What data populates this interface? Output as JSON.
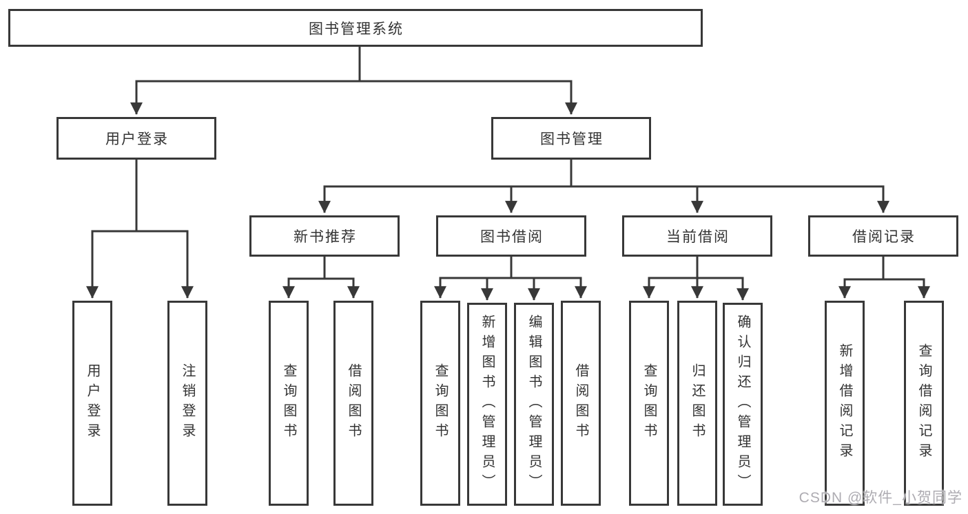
{
  "diagram": {
    "title": "图书管理系统",
    "branches": [
      {
        "label": "用户登录",
        "children": [
          {
            "label": "用户登录"
          },
          {
            "label": "注销登录"
          }
        ]
      },
      {
        "label": "图书管理",
        "children": [
          {
            "label": "新书推荐",
            "children": [
              {
                "label": "查询图书"
              },
              {
                "label": "借阅图书"
              }
            ]
          },
          {
            "label": "图书借阅",
            "children": [
              {
                "label": "查询图书"
              },
              {
                "label": "新增图书（管理员）"
              },
              {
                "label": "编辑图书（管理员）"
              },
              {
                "label": "借阅图书"
              }
            ]
          },
          {
            "label": "当前借阅",
            "children": [
              {
                "label": "查询图书"
              },
              {
                "label": "归还图书"
              },
              {
                "label": "确认归还（管理员）"
              }
            ]
          },
          {
            "label": "借阅记录",
            "children": [
              {
                "label": "新增借阅记录"
              },
              {
                "label": "查询借阅记录"
              }
            ]
          }
        ]
      }
    ]
  },
  "watermark": "CSDN @软件_小贺同学",
  "colors": {
    "line": "#383838",
    "text": "#333333",
    "bg": "#ffffff",
    "watermark": "#aeacb2"
  }
}
